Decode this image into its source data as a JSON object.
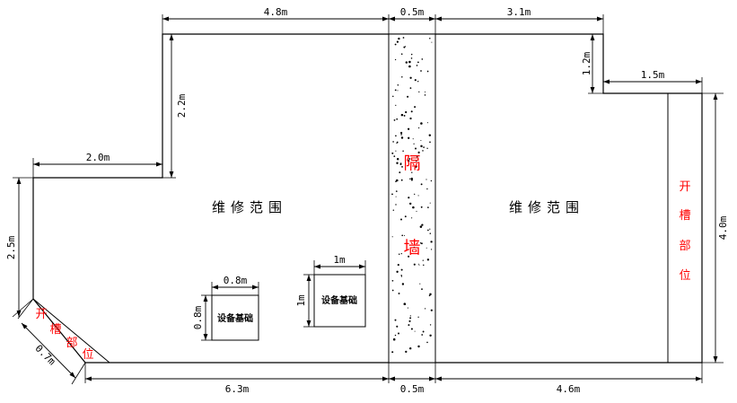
{
  "dimensions": {
    "top_left": "4.8m",
    "top_wall": "0.5m",
    "top_right": "3.1m",
    "step_vertical": "1.2m",
    "step_horizontal": "1.5m",
    "right_height": "4.0m",
    "left_upper_height": "2.2m",
    "left_step_width": "2.0m",
    "left_height": "2.5m",
    "diagonal": "0.7m",
    "bottom_left": "6.3m",
    "bottom_wall": "0.5m",
    "bottom_right": "4.6m",
    "equip_small_w": "0.8m",
    "equip_small_h": "0.8m",
    "equip_large_w": "1m",
    "equip_large_h": "1m"
  },
  "labels": {
    "left_area": "维修范围",
    "right_area": "维修范围",
    "partition": [
      "隔",
      "墙"
    ],
    "equipment_small": "设备基础",
    "equipment_large": "设备基础",
    "trench_left": [
      "开",
      "槽",
      "部",
      "位"
    ],
    "trench_right": [
      "开",
      "槽",
      "部",
      "位"
    ]
  },
  "colors": {
    "line": "#000000",
    "highlight": "#ff0000"
  }
}
